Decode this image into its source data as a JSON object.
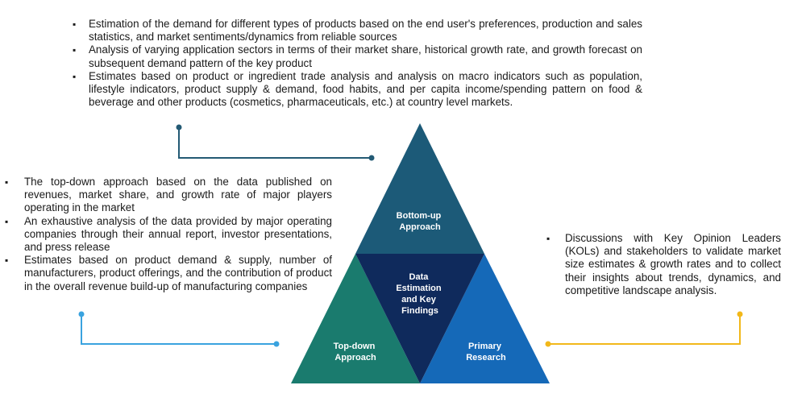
{
  "top_bullets": [
    "Estimation of the demand for different types of products based on the end user's preferences, production and sales statistics, and market sentiments/dynamics from reliable sources",
    "Analysis of varying application sectors in terms of their market share, historical growth rate, and growth forecast on subsequent demand pattern of the key product",
    "Estimates based on product or ingredient trade analysis and analysis on macro indicators such as population, lifestyle indicators, product supply & demand, food habits, and per capita income/spending pattern on food & beverage and other products (cosmetics, pharmaceuticals, etc.) at country level markets."
  ],
  "left_bullets": [
    "The top-down approach based on the data published on revenues, market share, and growth rate of major players operating in the market",
    "An exhaustive analysis of the data provided by major operating companies through their annual report, investor presentations, and press release",
    "Estimates based on product demand & supply, number of manufacturers, product offerings, and the contribution of product in the overall revenue build-up of manufacturing companies"
  ],
  "right_bullets": [
    "Discussions with Key Opinion Leaders (KOLs) and stakeholders to validate market size estimates & growth rates and to collect their insights about trends, dynamics, and competitive landscape analysis."
  ],
  "pyramid": {
    "top": [
      "Bottom-up",
      "Approach"
    ],
    "center": [
      "Data",
      "Estimation",
      "and Key",
      "Findings"
    ],
    "left": [
      "Top-down",
      "Approach"
    ],
    "right": [
      "Primary",
      "Research"
    ]
  },
  "colors": {
    "top": "#1c5a78",
    "center": "#0f2a5c",
    "left": "#1a7b6e",
    "right": "#1569b8",
    "connector_dark": "#235a74",
    "connector_blue": "#3aa3df",
    "connector_yellow": "#f2b81a"
  }
}
